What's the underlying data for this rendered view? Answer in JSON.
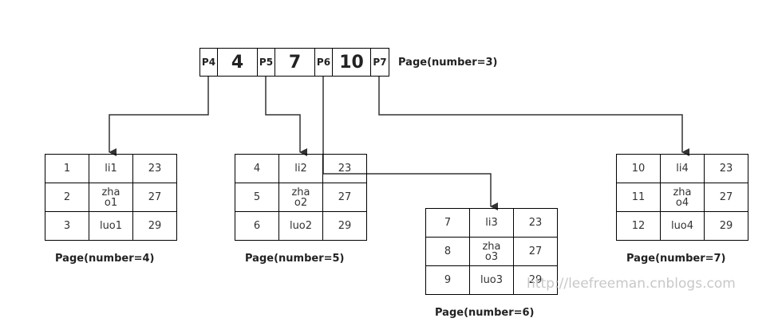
{
  "root": {
    "pointers": [
      "P4",
      "P5",
      "P6",
      "P7"
    ],
    "keys": [
      "4",
      "7",
      "10"
    ],
    "label": "Page(number=3)"
  },
  "leaves": [
    {
      "label": "Page(number=4)",
      "rows": [
        [
          "1",
          "li1",
          "23"
        ],
        [
          "2",
          "zha\no1",
          "27"
        ],
        [
          "3",
          "luo1",
          "29"
        ]
      ]
    },
    {
      "label": "Page(number=5)",
      "rows": [
        [
          "4",
          "li2",
          "23"
        ],
        [
          "5",
          "zha\no2",
          "27"
        ],
        [
          "6",
          "luo2",
          "29"
        ]
      ]
    },
    {
      "label": "Page(number=6)",
      "rows": [
        [
          "7",
          "li3",
          "23"
        ],
        [
          "8",
          "zha\no3",
          "27"
        ],
        [
          "9",
          "luo3",
          "29"
        ]
      ]
    },
    {
      "label": "Page(number=7)",
      "rows": [
        [
          "10",
          "li4",
          "23"
        ],
        [
          "11",
          "zha\no4",
          "27"
        ],
        [
          "12",
          "luo4",
          "29"
        ]
      ]
    }
  ],
  "watermark": "http://leefreeman.cnblogs.com"
}
